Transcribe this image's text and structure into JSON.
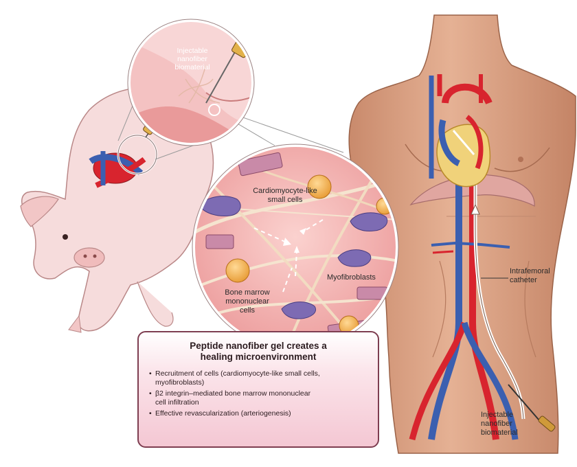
{
  "labels": {
    "injectable_top": "Injectable\nnanofiber\nbiomaterial",
    "cardiomyocyte": "Cardiomyocyte-like\nsmall cells",
    "myofibroblasts": "Myofibroblasts",
    "bone_marrow": "Bone marrow\nmononuclear\ncells",
    "intrafemoral": "Intrafemoral\ncatheter",
    "injectable_bottom": "Injectable\nnanofiber\nbiomaterial"
  },
  "panel": {
    "title": "Peptide nanofiber gel creates a\nhealing microenvironment",
    "bullets": [
      "Recruitment of cells (cardiomyocyte-like small cells,\nmyofibroblasts)",
      "β2 integrin–mediated bone marrow mononuclear\ncell infiltration",
      "Effective revascularization (arteriogenesis)"
    ]
  },
  "colors": {
    "skin": "#dea585",
    "pig": "#f6dcdc",
    "artery": "#d8242e",
    "vein": "#3b5fb0",
    "panel_border": "#7d3d50",
    "tissue": "#f2aeae"
  }
}
